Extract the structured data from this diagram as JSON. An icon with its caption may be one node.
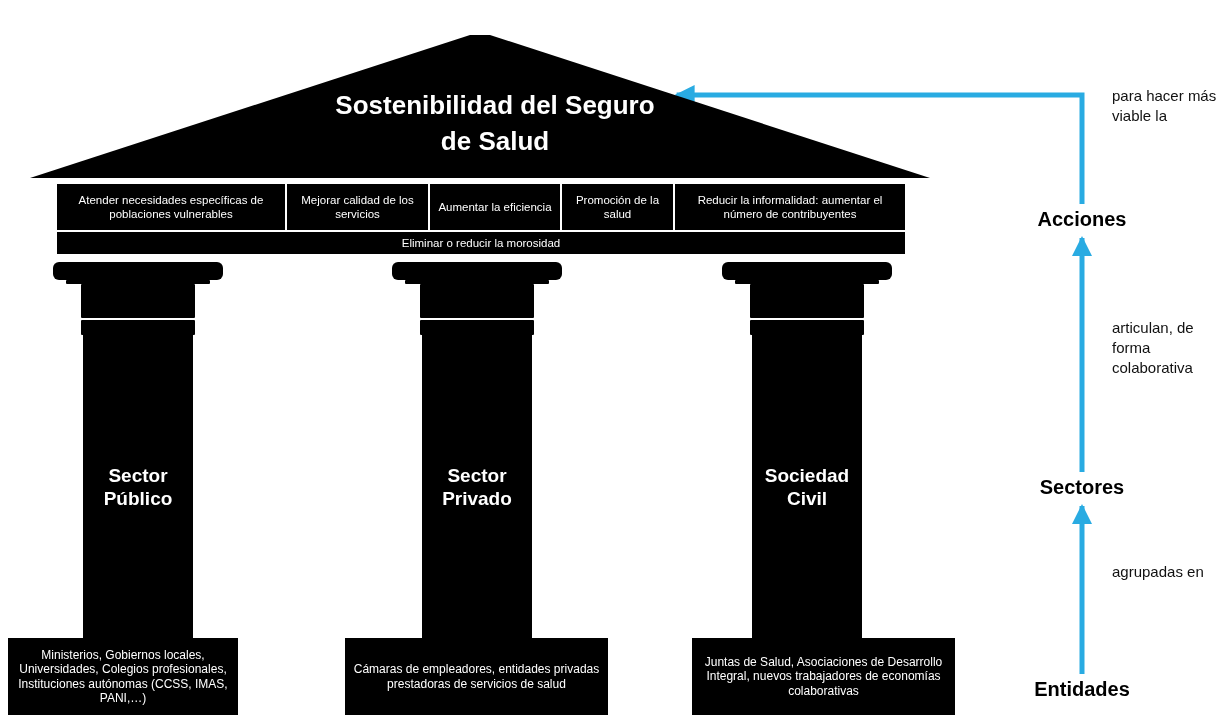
{
  "diagram": {
    "nodes": [
      {
        "text": [
          "Sostenibilidad del Seguro de Salud"
        ]
      },
      {
        "text": [
          "Atender necesidades específicas de poblaciones vulnerables"
        ]
      },
      {
        "text": [
          "Mejorar calidad de los servicios"
        ]
      },
      {
        "text": [
          "Aumentar la eficiencia"
        ]
      },
      {
        "text": [
          "Promoción de la salud"
        ]
      },
      {
        "text": [
          "Reducir la informalidad: aumentar el número de contribuyentes"
        ]
      },
      {
        "text": [
          "Eliminar o reducir la morosidad"
        ]
      },
      {
        "text": [
          "Sector Público"
        ]
      },
      {
        "text": [
          "Sector Privado"
        ]
      },
      {
        "text": [
          "Sociedad Civil"
        ]
      },
      {
        "text": [
          "Ministerios, Gobiernos locales, Universidades, Colegios profesionales, Instituciones autónomas (CCSS, IMAS, PANI,…)"
        ]
      },
      {
        "text": [
          "Cámaras de empleadores, entidades privadas prestadoras de servicios de salud"
        ]
      },
      {
        "text": [
          "Juntas de Salud, Asociaciones de Desarrollo Integral, nuevos trabajadores de economías colaborativas"
        ]
      },
      {
        "text": [
          "Acciones"
        ]
      },
      {
        "text": [
          "Sectores"
        ]
      },
      {
        "text": [
          "Entidades"
        ]
      }
    ],
    "edges": [
      {
        "from": 13,
        "to": 0,
        "arrow": "to",
        "label": "para hacer más viable la"
      },
      {
        "from": 14,
        "to": 13,
        "arrow": "to",
        "label": "articulan, de forma colaborativa"
      },
      {
        "from": 15,
        "to": 14,
        "arrow": "to",
        "label": "agrupadas en"
      }
    ]
  }
}
